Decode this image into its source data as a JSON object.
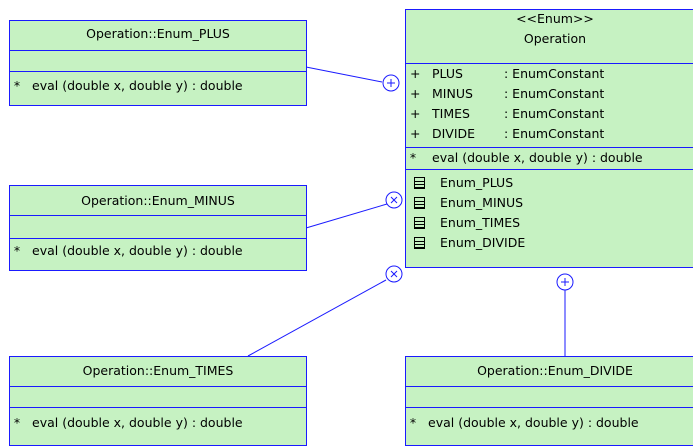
{
  "enum_class": {
    "stereotype": "<<Enum>>",
    "name": "Operation",
    "attributes": [
      {
        "visibility": "+",
        "name": "PLUS",
        "type": ": EnumConstant"
      },
      {
        "visibility": "+",
        "name": "MINUS",
        "type": ": EnumConstant"
      },
      {
        "visibility": "+",
        "name": "TIMES",
        "type": ": EnumConstant"
      },
      {
        "visibility": "+",
        "name": "DIVIDE",
        "type": ": EnumConstant"
      }
    ],
    "operation": {
      "marker": "*",
      "signature": "eval (double x, double y)  : double"
    },
    "inner_classes": [
      "Enum_PLUS",
      "Enum_MINUS",
      "Enum_TIMES",
      "Enum_DIVIDE"
    ]
  },
  "classes": {
    "plus": {
      "name": "Operation::Enum_PLUS",
      "marker": "*",
      "operation": "eval (double x, double y)  : double"
    },
    "minus": {
      "name": "Operation::Enum_MINUS",
      "marker": "*",
      "operation": "eval (double x, double y)  : double"
    },
    "times": {
      "name": "Operation::Enum_TIMES",
      "marker": "*",
      "operation": "eval (double x, double y)  : double"
    },
    "divide": {
      "name": "Operation::Enum_DIVIDE",
      "marker": "*",
      "operation": "eval (double x, double y)  : double"
    }
  },
  "colors": {
    "class_fill": "#c6f2c2",
    "line": "#1a1aff"
  }
}
